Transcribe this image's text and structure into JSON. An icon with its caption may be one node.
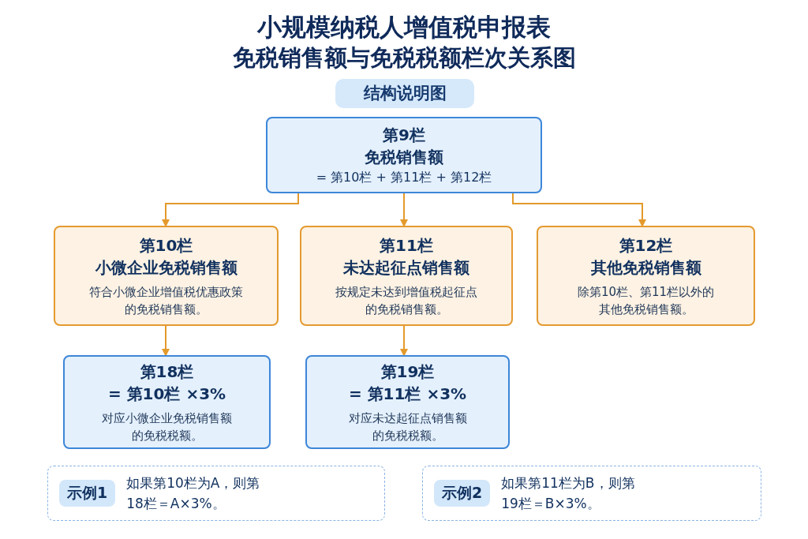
{
  "diagram": {
    "title": "小规模纳税人增值税申报表",
    "nodes": [
      {
        "text": [
          "第9栏",
          "免税销售额",
          "= 第10栏 + 第11栏 + 第12栏"
        ]
      },
      {
        "text": [
          "第10栏",
          "小微企业免税销售额",
          "符合小微企业增值税优惠政策的免税销售额。"
        ]
      },
      {
        "text": [
          "第11栏",
          "未达起征点销售额",
          "按规定未达到增值税起征点的免税销售额。"
        ]
      },
      {
        "text": [
          "第12栏",
          "其他免税销售额",
          "除第10栏、第11栏以外的其他免税销售额。"
        ]
      },
      {
        "text": [
          "第18栏",
          "= 第10栏 ×3%",
          "对应小微企业免税销售额的免税税额。"
        ]
      },
      {
        "text": [
          "第19栏",
          "= 第11栏 ×3%",
          "对应未达起征点销售额的免税税额。"
        ]
      },
      {
        "text": [
          "示例1",
          "如果第10栏为A，则第18栏＝A×3%。"
        ]
      },
      {
        "text": [
          "示例2",
          "如果第11栏为B，则第19栏＝B×3%。"
        ]
      }
    ],
    "edges": [
      {
        "from": 0,
        "to": 1,
        "arrow": "to"
      },
      {
        "from": 0,
        "to": 2,
        "arrow": "to"
      },
      {
        "from": 0,
        "to": 3,
        "arrow": "to"
      },
      {
        "from": 1,
        "to": 4,
        "arrow": "to"
      },
      {
        "from": 2,
        "to": 5,
        "arrow": "to"
      }
    ],
    "labels": [
      "免税销售额与免税税额栏次关系图",
      "结构说明图"
    ]
  }
}
